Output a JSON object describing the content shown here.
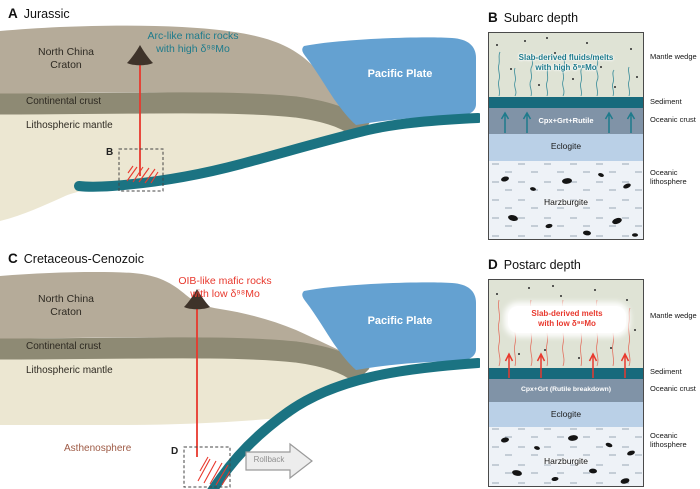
{
  "colors": {
    "craton": "#b5ab99",
    "continental_crust": "#8e8a74",
    "lithospheric_mantle": "#ece7d2",
    "slab_teal": "#1b7382",
    "pacific_blue": "#64a1d1",
    "teal_text": "#1e7b8c",
    "red_text": "#e8392e",
    "mantle_wedge": "#dfe3d5",
    "sediment": "#176a7c",
    "oceanic_crust": "#8093a7",
    "eclogite": "#bad0e7",
    "oceanic_lithosphere": "#eef2f7"
  },
  "panelA": {
    "letter": "A",
    "title": "Jurassic",
    "craton_label": "North China Craton",
    "arc_label_line1": "Arc-like mafic rocks",
    "arc_label_line2": "with high δ⁹⁸Mo",
    "pacific_label": "Pacific Plate",
    "crust_label": "Continental crust",
    "mantle_label": "Lithospheric mantle",
    "box_ref": "B"
  },
  "panelB": {
    "letter": "B",
    "title": "Subarc depth",
    "bubble_line1": "Slab-derived fluids/melts",
    "bubble_line2": "with high δ⁹⁸Mo",
    "crust_text": "Cpx+Grt+Rutile",
    "eclogite_label": "Eclogite",
    "harzburgite_label": "Harzburgite",
    "side_labels": [
      "Mantle wedge",
      "Sediment",
      "Oceanic crust",
      "Oceanic lithosphere"
    ]
  },
  "panelC": {
    "letter": "C",
    "title": "Cretaceous-Cenozoic",
    "craton_label": "North China Craton",
    "oib_label_line1": "OIB-like mafic rocks",
    "oib_label_line2": "with low δ⁹⁸Mo",
    "pacific_label": "Pacific Plate",
    "crust_label": "Continental crust",
    "mantle_label": "Lithospheric mantle",
    "asthenosphere_label": "Asthenosphere",
    "box_ref": "D",
    "rollback_label": "Rollback"
  },
  "panelD": {
    "letter": "D",
    "title": "Postarc depth",
    "bubble_line1": "Slab-derived melts",
    "bubble_line2": "with low δ⁹⁸Mo",
    "crust_text": "Cpx+Grt (Rutile breakdown)",
    "eclogite_label": "Eclogite",
    "harzburgite_label": "Harzburgite",
    "side_labels": [
      "Mantle wedge",
      "Sediment",
      "Oceanic crust",
      "Oceanic lithosphere"
    ]
  }
}
